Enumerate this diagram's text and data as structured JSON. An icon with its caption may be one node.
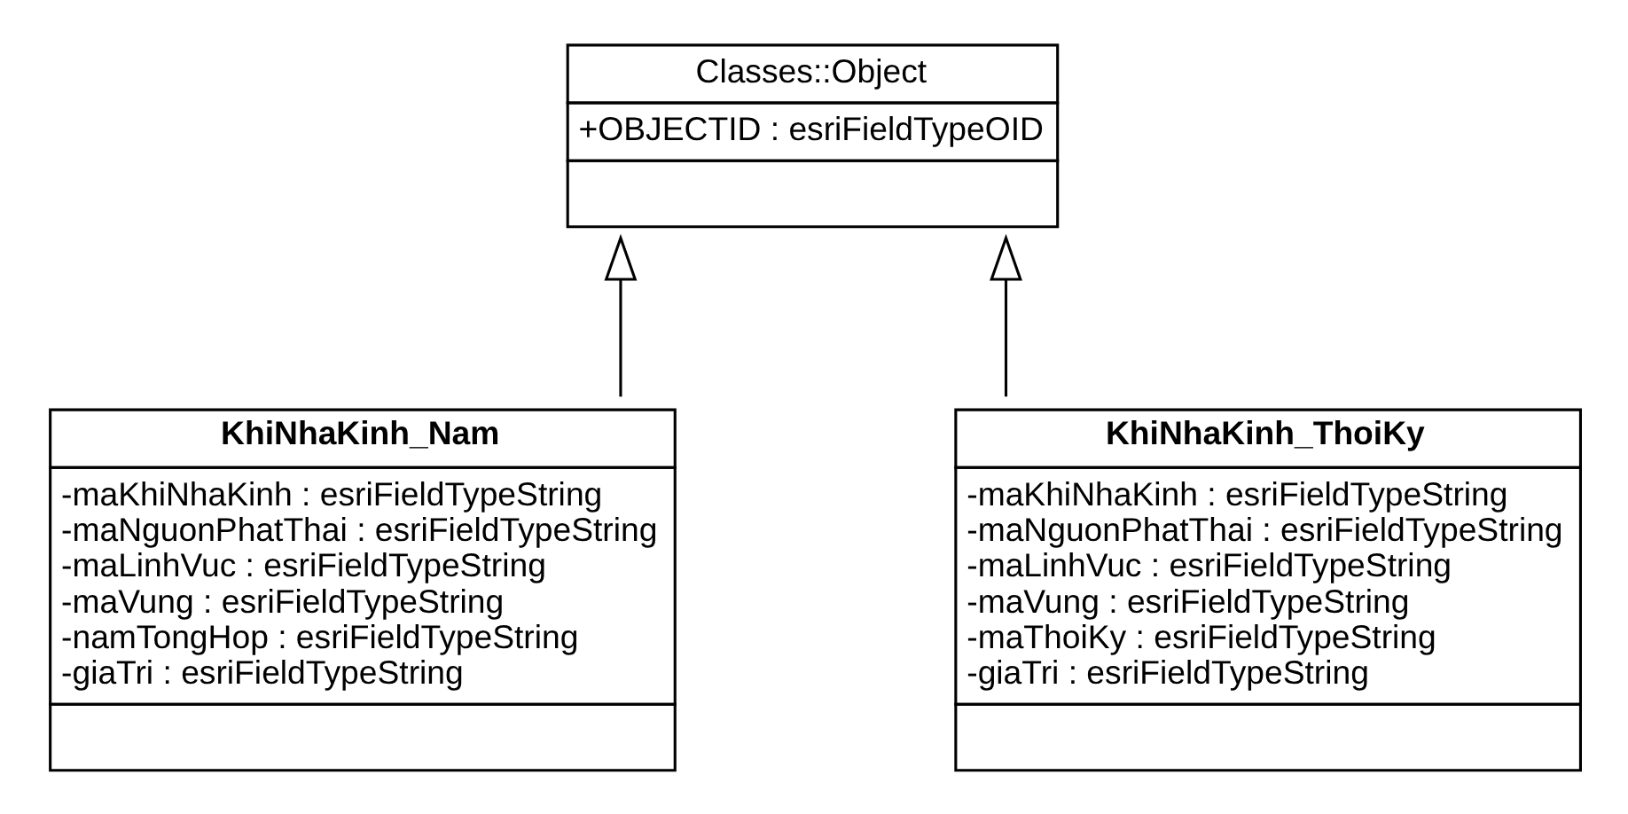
{
  "diagram": {
    "nodes": [
      {
        "text": [
          "Classes::Object",
          "+OBJECTID : esriFieldTypeOID"
        ]
      },
      {
        "text": [
          "KhiNhaKinh_Nam",
          "-maKhiNhaKinh : esriFieldTypeString",
          "-maNguonPhatThai : esriFieldTypeString",
          "-maLinhVuc : esriFieldTypeString",
          "-maVung : esriFieldTypeString",
          "-namTongHop : esriFieldTypeString",
          "-giaTri : esriFieldTypeString"
        ]
      },
      {
        "text": [
          "KhiNhaKinh_ThoiKy",
          "-maKhiNhaKinh : esriFieldTypeString",
          "-maNguonPhatThai : esriFieldTypeString",
          "-maLinhVuc : esriFieldTypeString",
          "-maVung : esriFieldTypeString",
          "-maThoiKy : esriFieldTypeString",
          "-giaTri : esriFieldTypeString"
        ]
      }
    ],
    "edges": [
      {
        "from": 1,
        "to": 0,
        "arrow": "to"
      },
      {
        "from": 2,
        "to": 0,
        "arrow": "to"
      }
    ]
  }
}
